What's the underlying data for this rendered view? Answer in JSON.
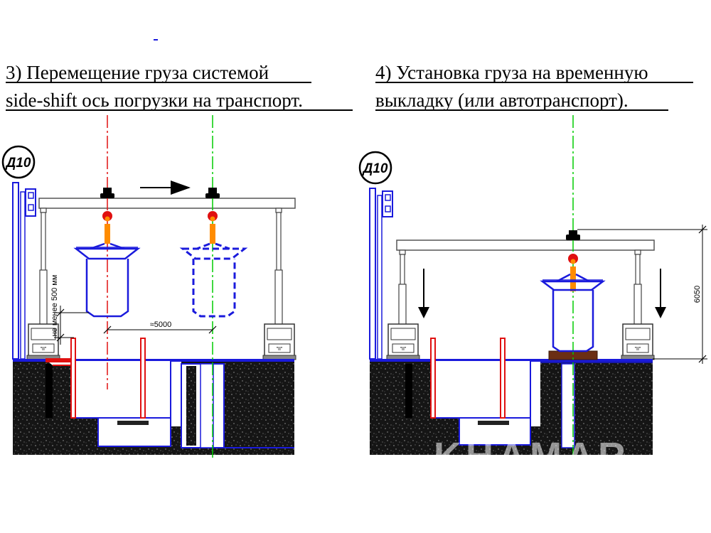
{
  "panels": [
    {
      "caption_line1": "3) Перемещение груза системой",
      "caption_line2": "side-shift ось погрузки на транспорт.",
      "tag": "Д10",
      "vertical_dim": "не менее 500 мм",
      "horizontal_dim": "≈5000"
    },
    {
      "caption_line1": "4) Установка груза на временную",
      "caption_line2": "выкладку (или автотранспорт).",
      "tag": "Д10",
      "vertical_dim": "6050",
      "watermark": "KHAMAR"
    }
  ],
  "gantry_label": "\"II\"",
  "colors": {
    "structure_blue": "#1a1adc",
    "cargo_red": "#e01010",
    "axis_green": "#00cc00",
    "hook_orange": "#ff8c00",
    "soil_black": "#111111",
    "support_brown": "#6b2e14"
  }
}
